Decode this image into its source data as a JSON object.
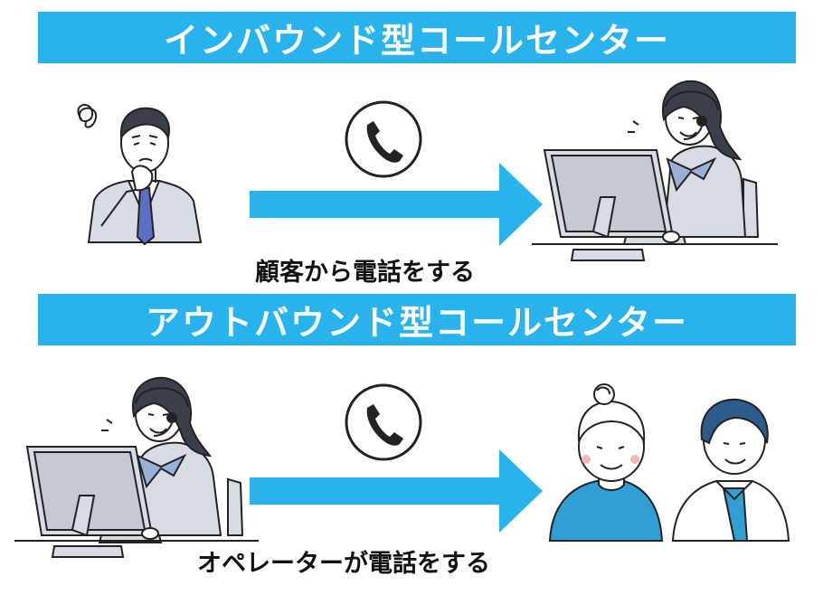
{
  "inbound": {
    "title": "インバウンド型コールセンター",
    "caption": "顧客から電話をする"
  },
  "outbound": {
    "title": "アウトバウンド型コールセンター",
    "caption": "オペレーターが電話をする"
  },
  "colors": {
    "banner": "#29b3ec",
    "arrow": "#29b3ec",
    "shirt": "#2f9fd6",
    "suit": "#d7dbe3"
  }
}
